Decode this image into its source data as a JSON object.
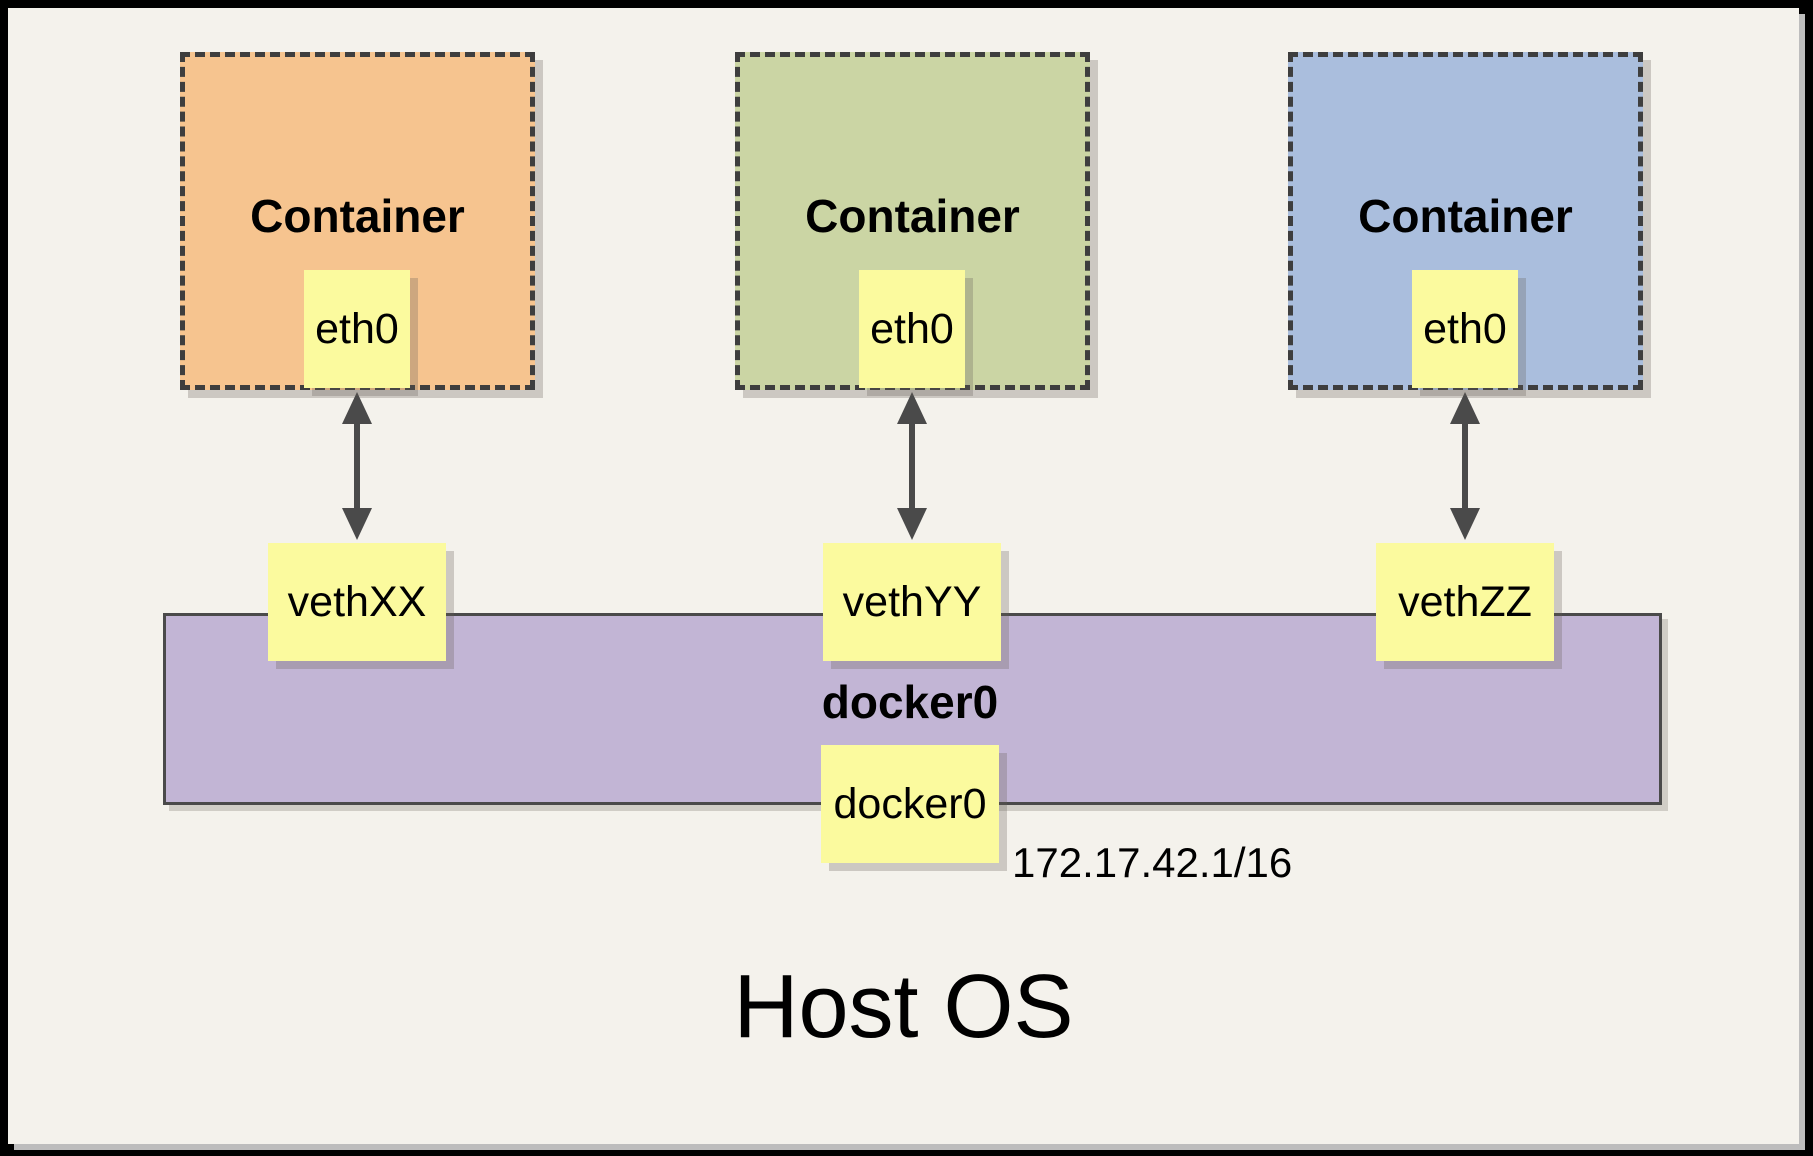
{
  "colors": {
    "outer_border": "#000000",
    "page_background": "#F4F2EC",
    "panel_shadow": "#BDBDBD",
    "dashed_border": "#3E3E3E",
    "note_yellow": "#FBFA9E",
    "bridge_purple": "#C2B5D5",
    "arrow_gray": "#4A4A4A",
    "container_fills": [
      "#F6C48F",
      "#CBD5A4",
      "#AABEDD"
    ]
  },
  "containers": [
    {
      "title": "Container",
      "interface_label": "eth0",
      "veth_label": "vethXX"
    },
    {
      "title": "Container",
      "interface_label": "eth0",
      "veth_label": "vethYY"
    },
    {
      "title": "Container",
      "interface_label": "eth0",
      "veth_label": "vethZZ"
    }
  ],
  "bridge": {
    "name": "docker0",
    "interface_label": "docker0",
    "ip_cidr": "172.17.42.1/16"
  },
  "host": {
    "label": "Host OS"
  }
}
